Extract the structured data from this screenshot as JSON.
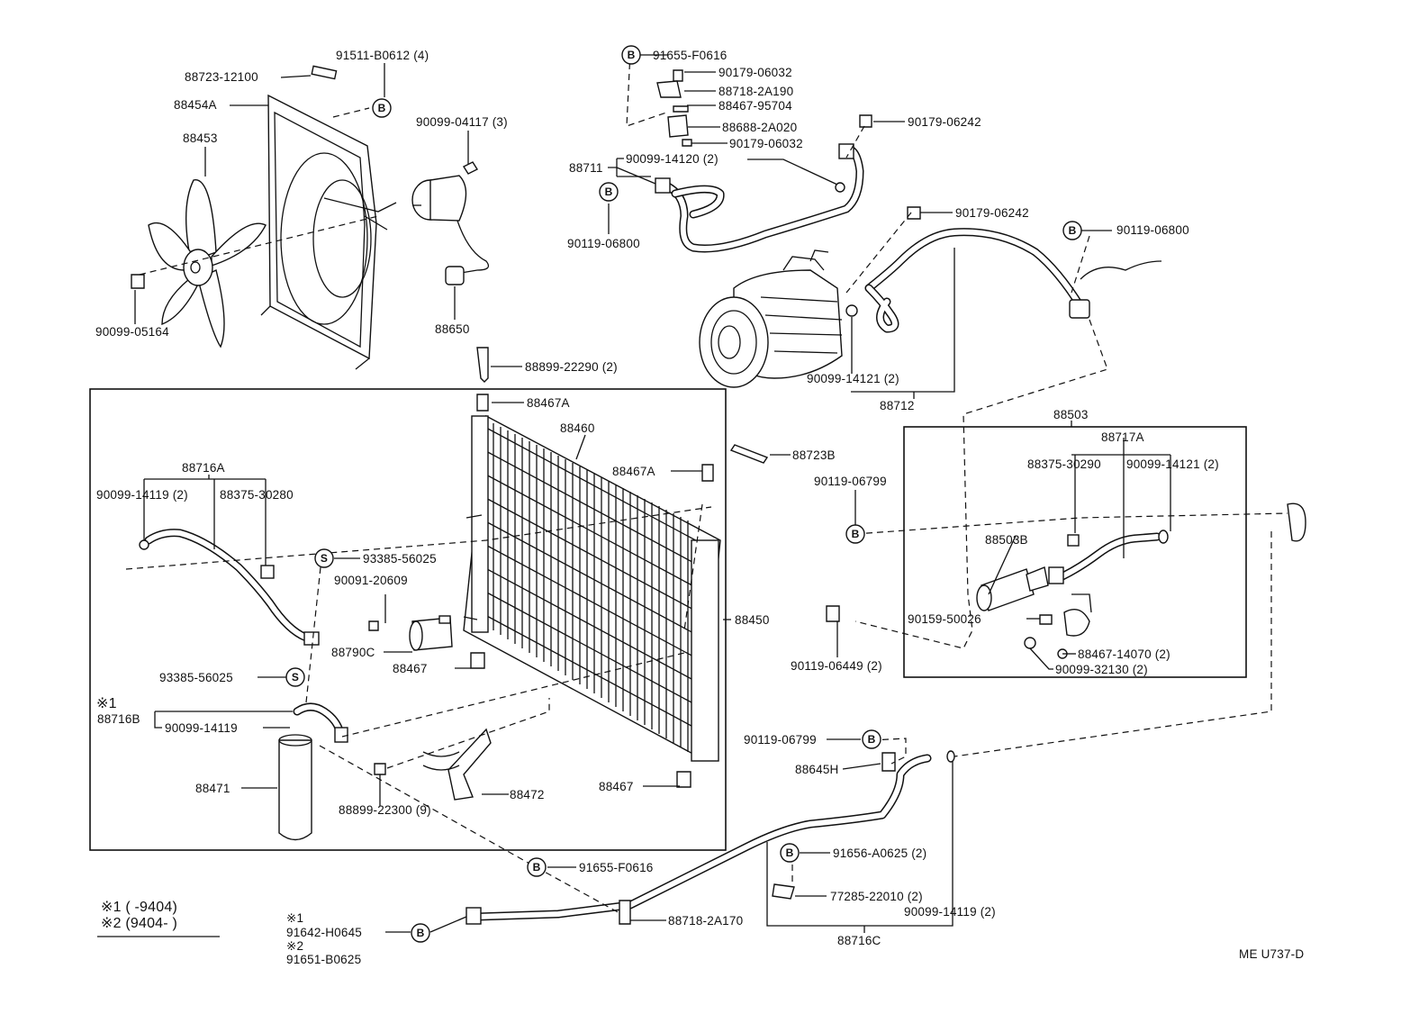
{
  "diagram": {
    "labels": {
      "p91511": "91511-B0612 (4)",
      "p88723_12100": "88723-12100",
      "p88454A": "88454A",
      "p88453": "88453",
      "p90099_04117": "90099-04117 (3)",
      "p88650": "88650",
      "p90099_05164": "90099-05164",
      "p88899_22290": "88899-22290 (2)",
      "p91655_top": "91655-F0616",
      "p90179_06032a": "90179-06032",
      "p88718_2A190": "88718-2A190",
      "p88467_95704": "88467-95704",
      "p88688_2A020": "88688-2A020",
      "p90179_06032b": "90179-06032",
      "p88711": "88711",
      "p90099_14120": "90099-14120 (2)",
      "p90119_06800a": "90119-06800",
      "p90179_06242a": "90179-06242",
      "p90179_06242b": "90179-06242",
      "p90119_06800b": "90119-06800",
      "p90099_14121a": "90099-14121 (2)",
      "p88712": "88712",
      "p88467A_top": "88467A",
      "p88460": "88460",
      "p88723B": "88723B",
      "p88467A_right": "88467A",
      "p88716A": "88716A",
      "p90099_14119a": "90099-14119 (2)",
      "p88375_30280": "88375-30280",
      "p93385_a": "93385-56025",
      "p90091_20609": "90091-20609",
      "p88790C": "88790C",
      "p88467_mid": "88467",
      "p88450": "88450",
      "p93385_b": "93385-56025",
      "p88716B": "88716B",
      "p90099_14119b": "90099-14119",
      "p88471": "88471",
      "p88899_22300": "88899-22300 (9)",
      "p88472": "88472",
      "p88467_bot": "88467",
      "p90119_06799a": "90119-06799",
      "p88503": "88503",
      "p88717A": "88717A",
      "p88375_30290": "88375-30290",
      "p90099_14121b": "90099-14121 (2)",
      "p88503B": "88503B",
      "p90159_50026": "90159-50026",
      "p88467_14070": "88467-14070 (2)",
      "p90099_32130": "90099-32130 (2)",
      "p90119_06449": "90119-06449 (2)",
      "p90119_06799b": "90119-06799",
      "p88645H": "88645H",
      "p91656_A0625": "91656-A0625 (2)",
      "p77285_22010": "77285-22010 (2)",
      "p90099_14119c": "90099-14119 (2)",
      "p88716C": "88716C",
      "p91655_bot": "91655-F0616",
      "p88718_2A170": "88718-2A170",
      "note1_mark": "※1",
      "p91642": "91642-H0645",
      "note2_mark": "※2",
      "p91651": "91651-B0625",
      "mark1_left": "※1",
      "legend1": "※1 (        -9404)",
      "legend2": "※2 (9404-        )",
      "code": "ME  U737-D"
    },
    "callouts": {
      "B": "B",
      "S": "S"
    }
  }
}
